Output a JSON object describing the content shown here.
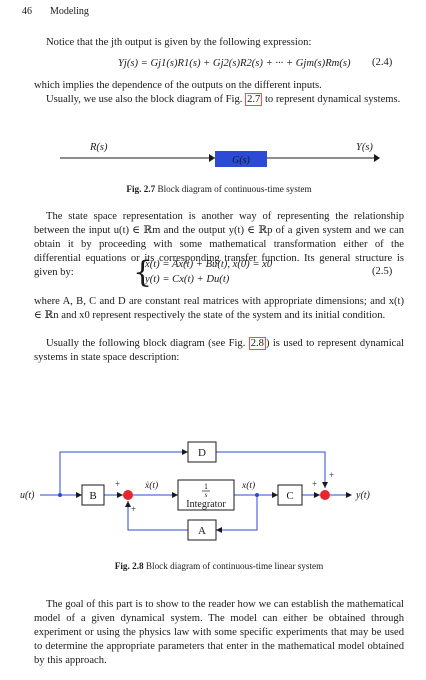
{
  "header": {
    "page_number": "46",
    "running_title": "Modeling"
  },
  "para1": {
    "text": "Notice that the jth output is given by the following expression:"
  },
  "eq24": {
    "expr": "Yj(s) = Gj1(s)R1(s) + Gj2(s)R2(s) + ··· + Gjm(s)Rm(s)",
    "number": "(2.4)"
  },
  "para2": {
    "line1": "which implies the dependence of the outputs on the different inputs.",
    "before": "Usually, we use also the block diagram of Fig. ",
    "ref": "2.7",
    "after": " to represent dynamical systems."
  },
  "fig27": {
    "input_label": "R(s)",
    "output_label": "Y(s)",
    "block_label": "G(s)",
    "caption_label": "Fig. 2.7",
    "caption_text": " Block diagram of continuous-time system",
    "block_color": "#2b4bd6"
  },
  "para3": {
    "text": "The state space representation is another way of representing the relationship between the input u(t) ∈ ℝm and the output y(t) ∈ ℝp of a given system and we can obtain it by proceeding with some mathematical transformation either of the differential equations or its corresponding transfer function. Its general structure is given by:"
  },
  "eq25": {
    "line1": "ẋ(t) = Ax(t) + Bu(t), x(0) = x0",
    "line2": "y(t) = Cx(t) + Du(t)",
    "number": "(2.5)"
  },
  "para4": {
    "text": "where A, B, C and D are constant real matrices with appropriate dimensions; and x(t) ∈ ℝn and x0 represent respectively the state of the system and its initial condition.",
    "before": "Usually the following block diagram (see Fig. ",
    "ref": "2.8",
    "after": ") is used to represent dynamical systems in state space description:"
  },
  "fig28": {
    "block_d": "D",
    "block_b": "B",
    "block_c": "C",
    "block_a": "A",
    "integrator_num": "1",
    "integrator_den": "s",
    "integrator_label": "Integrator",
    "input_label": "u(t)",
    "output_label": "y(t)",
    "xdot_label": "ẋ(t)",
    "x_label": "x(t)",
    "plus": "+",
    "caption_label": "Fig. 2.8",
    "caption_text": " Block diagram of continuous-time linear system",
    "line_color": "#2b4bd6",
    "sum_color": "#e8262c"
  },
  "para5": {
    "text": "The goal of this part is to show to the reader how we can establish the mathematical model of a given dynamical system. The model can either be obtained through experiment or using the physics law with some specific experiments that may be used to determine the appropriate parameters that enter in the mathematical model obtained by this approach."
  }
}
